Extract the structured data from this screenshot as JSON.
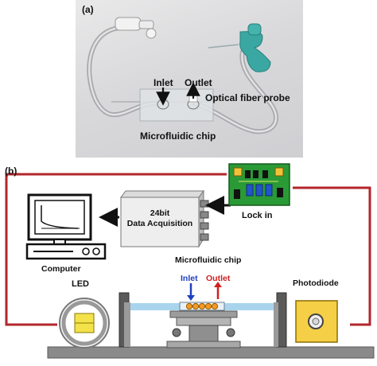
{
  "panel_a": {
    "label": "(a)",
    "inlet": "Inlet",
    "outlet": "Outlet",
    "probe": "Optical fiber probe",
    "chip": "Microfluidic chip"
  },
  "panel_b": {
    "label": "(b)",
    "daq_line1": "24bit",
    "daq_line2": "Data Acquisition",
    "lockin": "Lock in",
    "computer": "Computer",
    "chip": "Microfluidic chip",
    "led": "LED",
    "inlet": "Inlet",
    "outlet": "Outlet",
    "photodiode": "Photodiode"
  },
  "colors": {
    "wire": "#b3262b",
    "inlet_arrow": "#1f3fbf",
    "outlet_arrow": "#d11f1f",
    "pcb": "#2a9a36",
    "beam": "#a9d4ee",
    "photodiode_box": "#f5cf45"
  }
}
